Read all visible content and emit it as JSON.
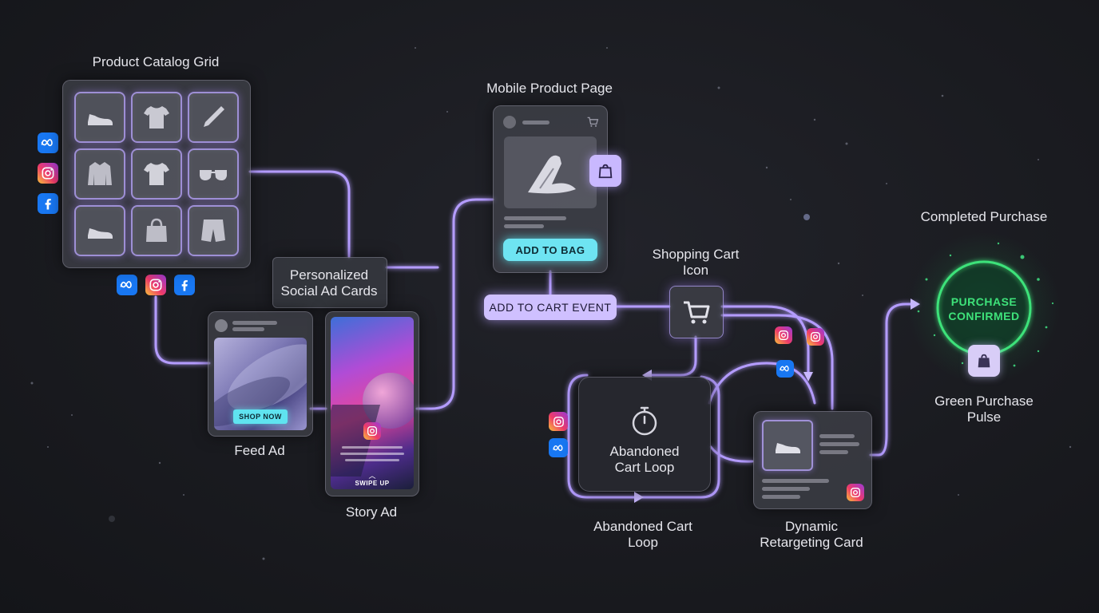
{
  "labels": {
    "catalog": "Product Catalog Grid",
    "personalized": "Personalized\nSocial Ad Cards",
    "feed_ad": "Feed Ad",
    "story_ad": "Story Ad",
    "mobile_page": "Mobile Product Page",
    "shopping_cart": "Shopping Cart\nIcon",
    "completed": "Completed Purchase",
    "green_pulse": "Green Purchase\nPulse",
    "abandoned_bottom": "Abandoned Cart\nLoop",
    "dynamic": "Dynamic\nRetargeting Card"
  },
  "buttons": {
    "shop_now": "SHOP NOW",
    "swipe_up": "SWIPE UP",
    "add_to_bag": "ADD TO BAG",
    "add_to_cart_event": "ADD TO CART EVENT"
  },
  "loop_card": {
    "title": "Abandoned\nCart Loop"
  },
  "purchase": {
    "status": "PURCHASE\nCONFIRMED"
  },
  "catalog_icons": [
    "shoe-icon",
    "tshirt-icon",
    "pen-icon",
    "jacket-icon",
    "tshirt-icon",
    "sunglasses-icon",
    "shoe-icon",
    "bag-icon",
    "shorts-icon"
  ],
  "colors": {
    "accent_purple": "#b9a2ff",
    "accent_cyan": "#5fe3f0",
    "accent_green": "#3ee27a",
    "background": "#1a1b20"
  }
}
